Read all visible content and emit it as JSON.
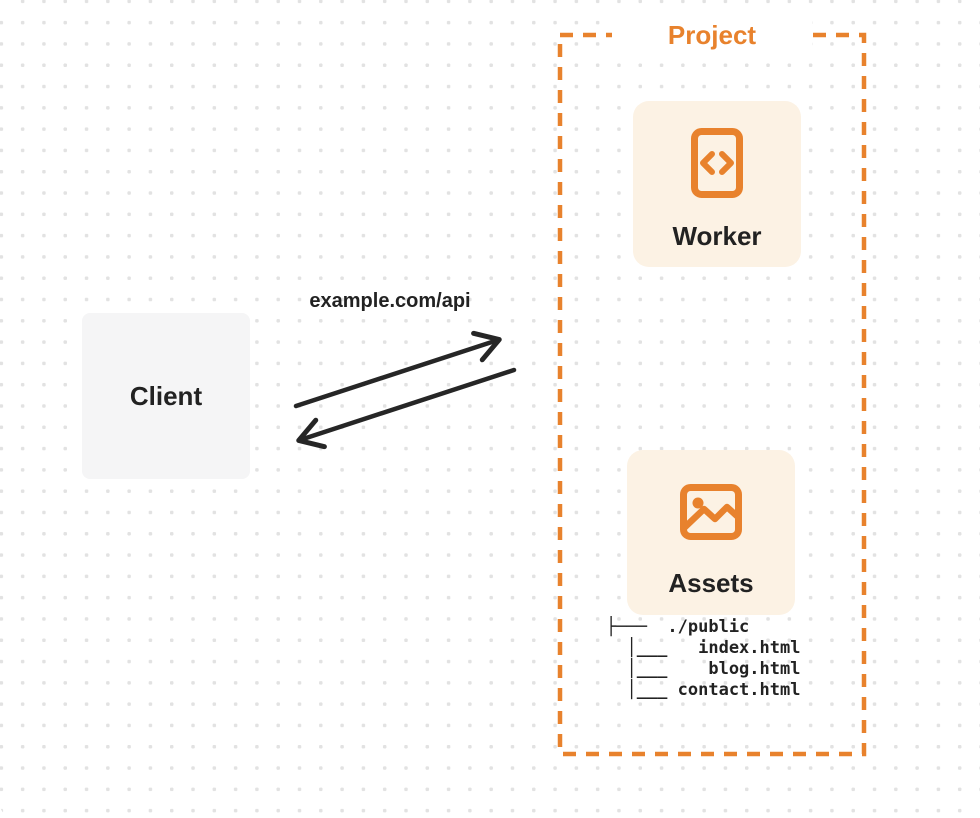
{
  "client": {
    "label": "Client"
  },
  "request": {
    "label": "example.com/api"
  },
  "project": {
    "label": "Project",
    "worker": {
      "label": "Worker",
      "icon": "code-file-icon"
    },
    "assets": {
      "label": "Assets",
      "icon": "image-icon"
    },
    "file_tree": {
      "text": "├───  ./public\n  │___   index.html\n  │___    blog.html\n  │___ contact.html",
      "root": "./public",
      "files": [
        "index.html",
        "blog.html",
        "contact.html"
      ]
    }
  },
  "colors": {
    "accent_orange": "#E8822D",
    "panel_cream": "#FCF2E4",
    "client_gray": "#F5F5F6",
    "ink": "#222222",
    "arrow": "#262626",
    "grid_dot": "#E2E2E2"
  }
}
